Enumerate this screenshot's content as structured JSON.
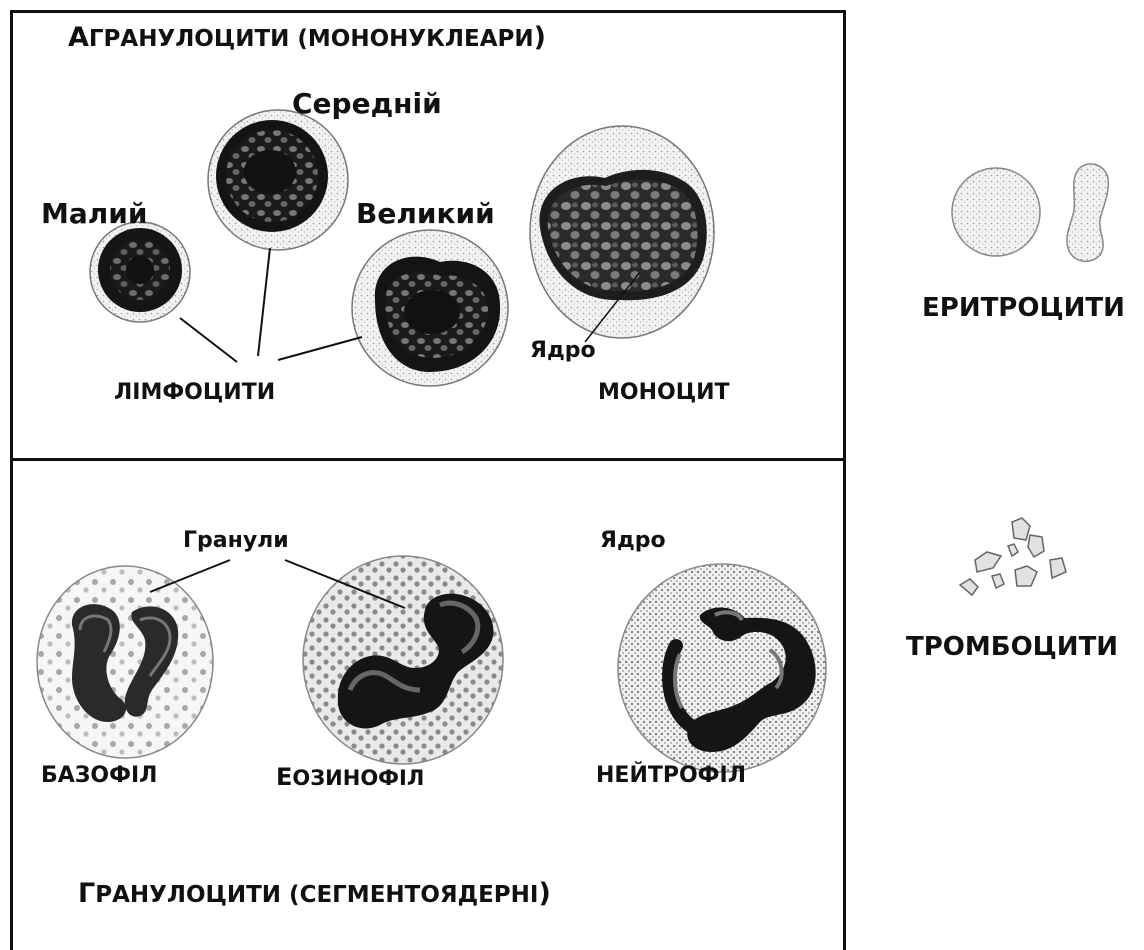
{
  "agranulocytes": {
    "title_cap": "А",
    "title_rest": "ГРАНУЛОЦИТИ (",
    "title_sub": "МОНОНУКЛЕАРИ",
    "title_close": ")",
    "lymph_small": "Малий",
    "lymph_medium": "Середній",
    "lymph_large": "Великий",
    "lymphocytes": "ЛІМФОЦИТИ",
    "monocyte_nucleus": "Ядро",
    "monocyte": "МОНОЦИТ"
  },
  "granulocytes": {
    "granules": "Гранули",
    "nucleus": "Ядро",
    "basophil": "БАЗОФІЛ",
    "eosinophil_cap": "Е",
    "eosinophil_rest": "ОЗИНОФІЛ",
    "neutrophil": "НЕЙТРОФІЛ",
    "title_cap": "Г",
    "title_rest": "РАНУЛОЦИТИ (",
    "title_sub": "СЕГМЕНТОЯДЕРНІ",
    "title_close": ")"
  },
  "side": {
    "erythrocytes": "ЕРИТРОЦИТИ",
    "platelets": "ТРОМБОЦИТИ"
  }
}
